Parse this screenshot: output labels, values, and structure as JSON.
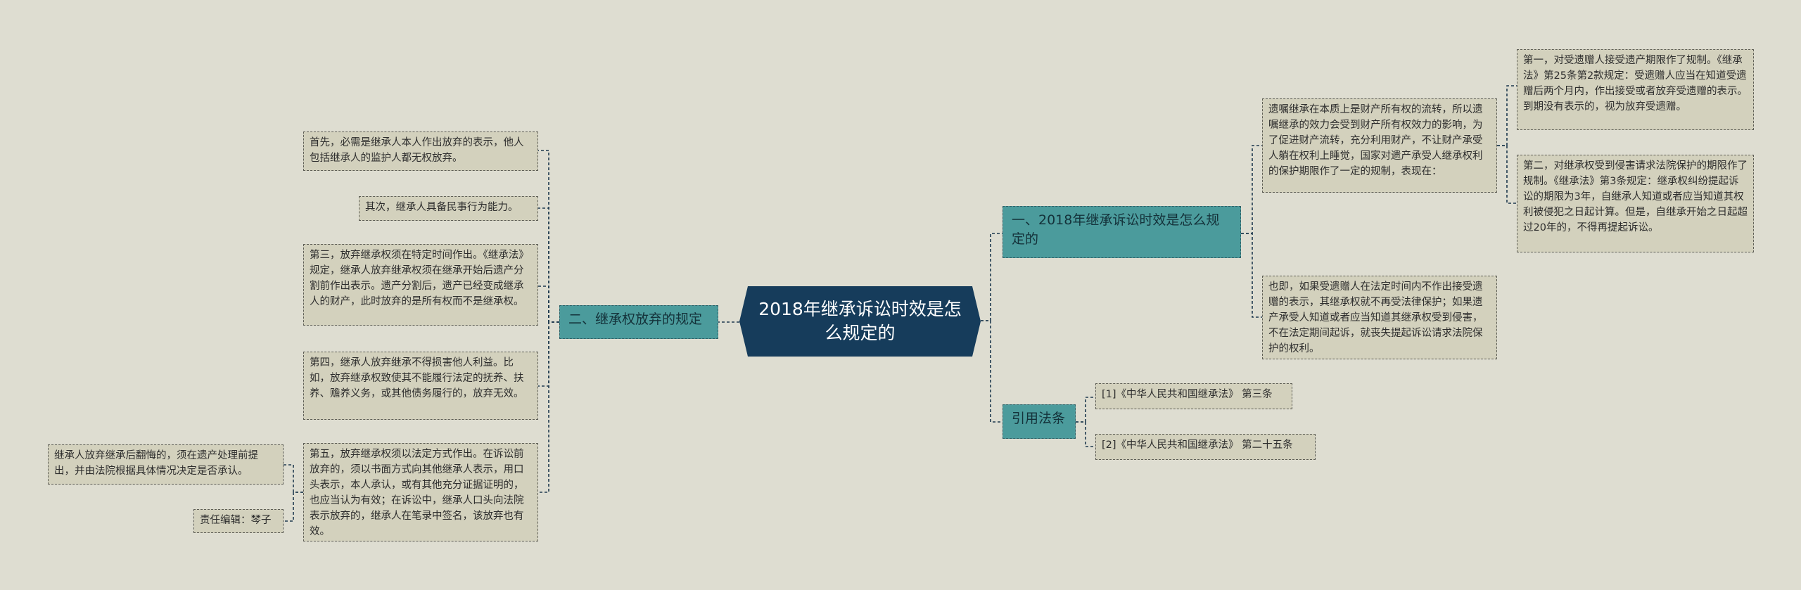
{
  "root": {
    "title": "2018年继承诉讼时效是怎么规定的"
  },
  "branches": {
    "b1": "一、2018年继承诉讼时效是怎么规定的",
    "b2": "二、继承权放弃的规定",
    "b3": "引用法条"
  },
  "right": {
    "r1": "遗嘱继承在本质上是财产所有权的流转，所以遗嘱继承的效力会受到财产所有权效力的影响，为了促进财产流转，充分利用财产，不让财产承受人躺在权利上睡觉，国家对遗产承受人继承权利的保护期限作了一定的规制，表现在：",
    "r1a": "第一，对受遗赠人接受遗产期限作了规制。《继承法》第25条第2款规定：受遗赠人应当在知道受遗赠后两个月内，作出接受或者放弃受遗赠的表示。到期没有表示的，视为放弃受遗赠。",
    "r1b": "第二，对继承权受到侵害请求法院保护的期限作了规制。《继承法》第3条规定：继承权纠纷提起诉讼的期限为3年，自继承人知道或者应当知道其权利被侵犯之日起计算。但是，自继承开始之日起超过20年的，不得再提起诉讼。",
    "r2": "也即，如果受遗赠人在法定时间内不作出接受遗赠的表示，其继承权就不再受法律保护；如果遗产承受人知道或者应当知道其继承权受到侵害，不在法定期间起诉，就丧失提起诉讼请求法院保护的权利。",
    "law1": "[1]《中华人民共和国继承法》 第三条",
    "law2": "[2]《中华人民共和国继承法》 第二十五条"
  },
  "left": {
    "l1": "首先，必需是继承人本人作出放弃的表示，他人包括继承人的监护人都无权放弃。",
    "l2": "其次，继承人具备民事行为能力。",
    "l3": "第三，放弃继承权须在特定时间作出。《继承法》规定，继承人放弃继承权须在继承开始后遗产分割前作出表示。遗产分割后，遗产已经变成继承人的财产，此时放弃的是所有权而不是继承权。",
    "l4": "第四，继承人放弃继承不得损害他人利益。比如，放弃继承权致使其不能履行法定的抚养、扶养、赡养义务，或其他债务履行的，放弃无效。",
    "l5": "第五，放弃继承权须以法定方式作出。在诉讼前放弃的，须以书面方式向其他继承人表示，用口头表示，本人承认，或有其他充分证据证明的，也应当认为有效；在诉讼中，继承人口头向法院表示放弃的，继承人在笔录中签名，该放弃也有效。",
    "l5a": "继承人放弃继承后翻悔的，须在遗产处理前提出，并由法院根据具体情况决定是否承认。",
    "l5b": "责任编辑：琴子"
  }
}
